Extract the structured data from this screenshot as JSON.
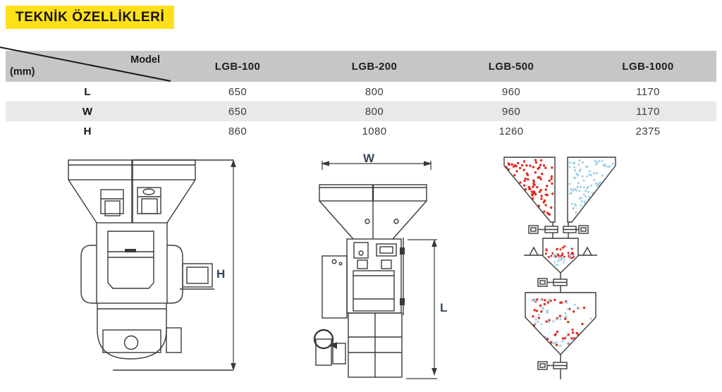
{
  "title": "TEKNİK ÖZELLİKLERİ",
  "table": {
    "corner": {
      "top_right": "Model",
      "bottom_left": "(mm)"
    },
    "columns": [
      "LGB-100",
      "LGB-200",
      "LGB-500",
      "LGB-1000"
    ],
    "rows": [
      {
        "label": "L",
        "values": [
          "650",
          "800",
          "960",
          "1170"
        ]
      },
      {
        "label": "W",
        "values": [
          "650",
          "800",
          "960",
          "1170"
        ]
      },
      {
        "label": "H",
        "values": [
          "860",
          "1080",
          "1260",
          "2375"
        ]
      }
    ]
  },
  "drawings": {
    "front_view": {
      "height_label": "H"
    },
    "side_view": {
      "width_label": "W",
      "length_label": "L"
    }
  },
  "colors": {
    "accent_yellow": "#ffe019",
    "header_gray": "#c6c6c6",
    "row_alt_gray": "#e9e9e9",
    "material_red": "#dd2b20",
    "material_blue": "#a5d3e8"
  }
}
